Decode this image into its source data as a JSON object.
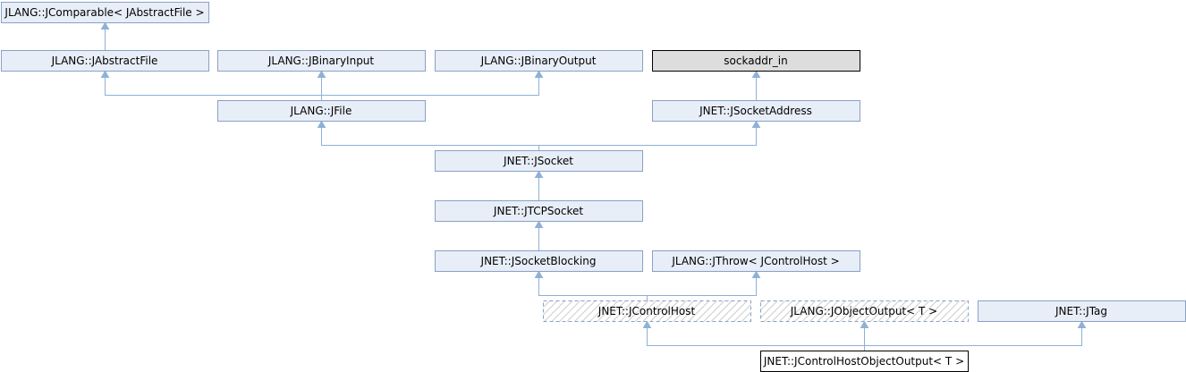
{
  "nodes": {
    "jcomparable": {
      "label": "JLANG::JComparable< JAbstractFile >",
      "style": "normal"
    },
    "jabstractfile": {
      "label": "JLANG::JAbstractFile",
      "style": "normal"
    },
    "jbinaryinput": {
      "label": "JLANG::JBinaryInput",
      "style": "normal"
    },
    "jbinaryoutput": {
      "label": "JLANG::JBinaryOutput",
      "style": "normal"
    },
    "sockaddr_in": {
      "label": "sockaddr_in",
      "style": "gray"
    },
    "jfile": {
      "label": "JLANG::JFile",
      "style": "normal"
    },
    "jsocketaddress": {
      "label": "JNET::JSocketAddress",
      "style": "normal"
    },
    "jsocket": {
      "label": "JNET::JSocket",
      "style": "normal"
    },
    "jtcpsocket": {
      "label": "JNET::JTCPSocket",
      "style": "normal"
    },
    "jsocketblocking": {
      "label": "JNET::JSocketBlocking",
      "style": "normal"
    },
    "jthrow": {
      "label": "JLANG::JThrow< JControlHost >",
      "style": "normal"
    },
    "jcontrolhost": {
      "label": "JNET::JControlHost",
      "style": "hatched"
    },
    "jobjectoutput": {
      "label": "JLANG::JObjectOutput< T >",
      "style": "hatched"
    },
    "jtag": {
      "label": "JNET::JTag",
      "style": "normal"
    },
    "jcontrolhostobjectoutput": {
      "label": "JNET::JControlHostObjectOutput< T >",
      "style": "bold"
    }
  },
  "edges": [
    {
      "child": "jabstractfile",
      "parent": "jcomparable"
    },
    {
      "child": "jfile",
      "parent": "jabstractfile"
    },
    {
      "child": "jfile",
      "parent": "jbinaryinput"
    },
    {
      "child": "jfile",
      "parent": "jbinaryoutput"
    },
    {
      "child": "jsocketaddress",
      "parent": "sockaddr_in"
    },
    {
      "child": "jsocket",
      "parent": "jfile"
    },
    {
      "child": "jsocket",
      "parent": "jsocketaddress"
    },
    {
      "child": "jtcpsocket",
      "parent": "jsocket"
    },
    {
      "child": "jsocketblocking",
      "parent": "jtcpsocket"
    },
    {
      "child": "jcontrolhost",
      "parent": "jsocketblocking"
    },
    {
      "child": "jcontrolhost",
      "parent": "jthrow"
    },
    {
      "child": "jcontrolhostobjectoutput",
      "parent": "jcontrolhost"
    },
    {
      "child": "jcontrolhostobjectoutput",
      "parent": "jobjectoutput"
    },
    {
      "child": "jcontrolhostobjectoutput",
      "parent": "jtag"
    }
  ],
  "colors": {
    "edge": "#8eb1d6",
    "box_fill": "#e8eef8",
    "box_border": "#8aa0c6",
    "gray_fill": "#dddddd",
    "bold_border": "#000000"
  }
}
